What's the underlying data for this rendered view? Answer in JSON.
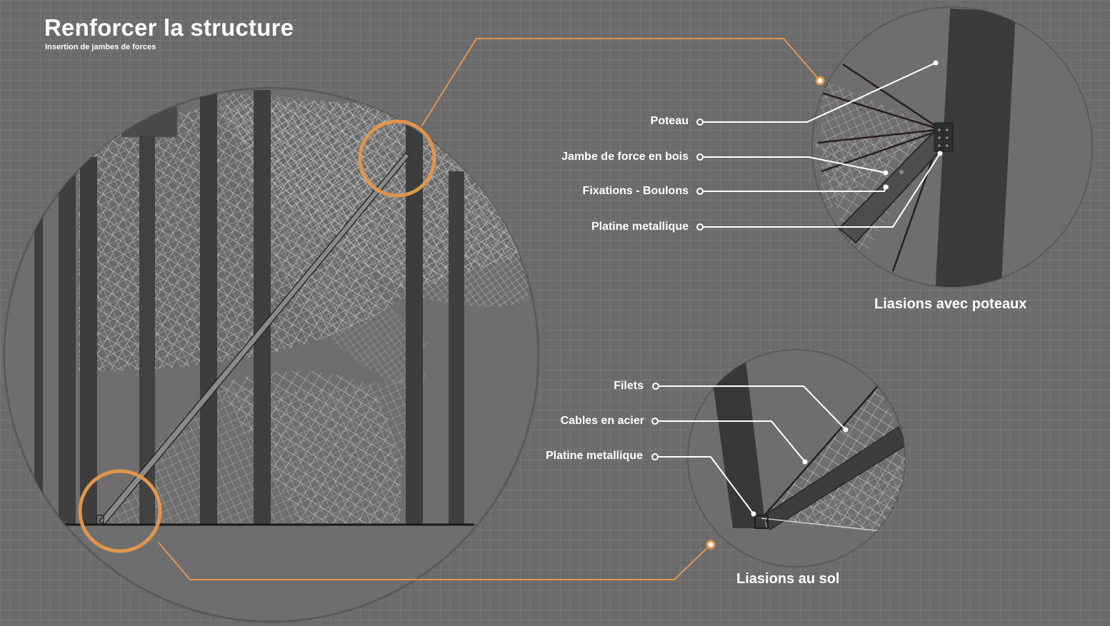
{
  "header": {
    "title": "Renforcer la structure",
    "subtitle": "Insertion de jambes de forces"
  },
  "callouts": {
    "poteaux": {
      "caption": "Liasions avec poteaux",
      "labels": [
        "Poteau",
        "Jambe de force en bois",
        "Fixations - Boulons",
        "Platine metallique"
      ]
    },
    "sol": {
      "caption": "Liasions au sol",
      "labels": [
        "Filets",
        "Cables en acier",
        "Platine metallique"
      ]
    }
  },
  "colors": {
    "background": "#6b6b6b",
    "grid": "#777777",
    "accent": "#e0954c",
    "leader": "#ffffff",
    "post": "#3d3d3d",
    "net": "#d8d8d8"
  }
}
